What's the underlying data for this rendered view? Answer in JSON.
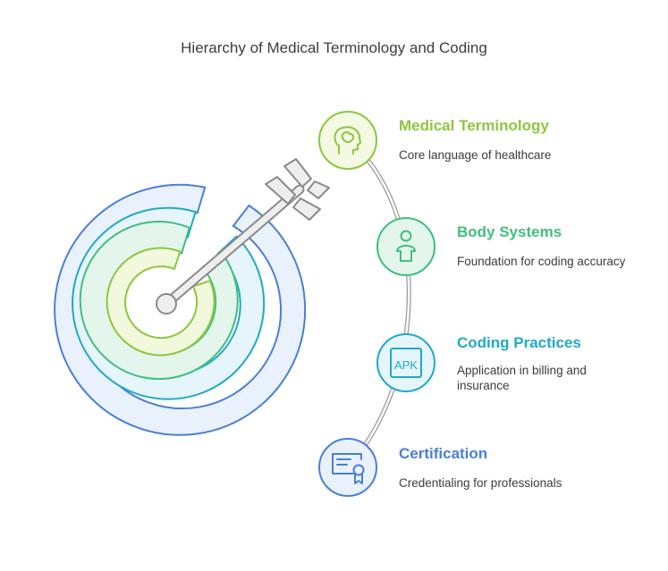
{
  "title": "Hierarchy of Medical Terminology and Coding",
  "items": [
    {
      "title": "Medical Terminology",
      "desc": "Core language of healthcare",
      "icon": "brain-head-icon",
      "color": "#8dc63f"
    },
    {
      "title": "Body Systems",
      "desc": "Foundation for coding accuracy",
      "icon": "person-icon",
      "color": "#3fbf7f"
    },
    {
      "title": "Coding Practices",
      "desc": "Application in billing and insurance",
      "icon": "apk-code-icon",
      "color": "#1fa9c9"
    },
    {
      "title": "Certification",
      "desc": "Credentialing for professionals",
      "icon": "certificate-icon",
      "color": "#4a7fd6"
    }
  ]
}
